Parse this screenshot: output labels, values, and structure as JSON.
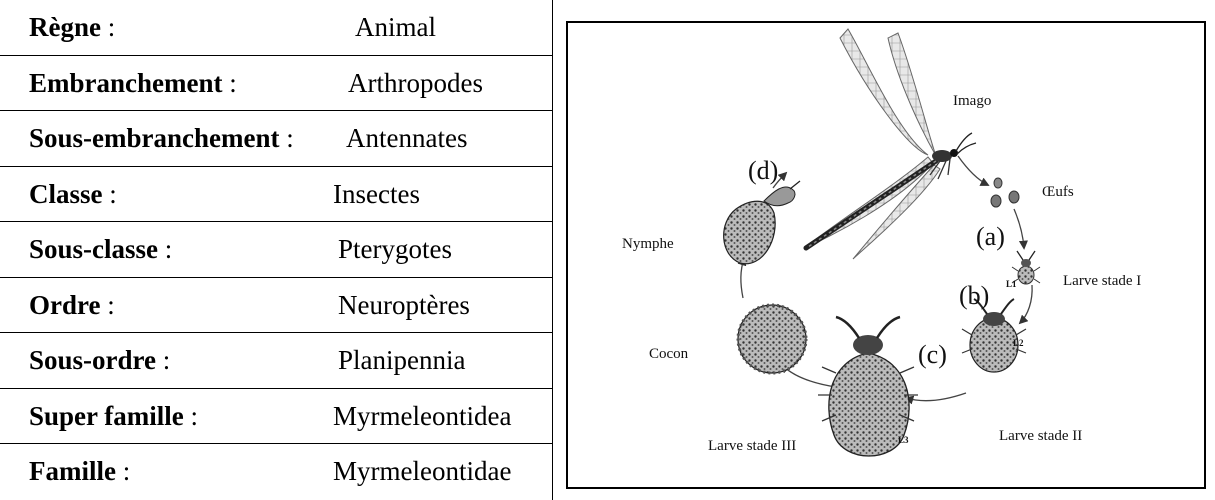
{
  "taxonomy": [
    {
      "rank": "Règne",
      "sep": " :",
      "value": "Animal"
    },
    {
      "rank": "Embranchement",
      "sep": " :",
      "value": "Arthropodes"
    },
    {
      "rank": "Sous-embranchement",
      "sep": " :",
      "value": "Antennates"
    },
    {
      "rank": "Classe",
      "sep": " :",
      "value": "Insectes"
    },
    {
      "rank": "Sous-classe",
      "sep": " :",
      "value": "Pterygotes"
    },
    {
      "rank": "Ordre",
      "sep": " :",
      "value": "Neuroptères"
    },
    {
      "rank": "Sous-ordre",
      "sep": " :",
      "value": "Planipennia"
    },
    {
      "rank": "Super famille",
      "sep": " :",
      "value": "Myrmeleontidea"
    },
    {
      "rank": "Famille",
      "sep": " :",
      "value": "Myrmeleontidae"
    }
  ],
  "diagram": {
    "stages": {
      "imago": "Imago",
      "eggs": "Œufs",
      "larva1": "Larve stade I",
      "larva2": "Larve stade II",
      "larva3": "Larve stade III",
      "cocoon": "Cocon",
      "nymph": "Nymphe"
    },
    "markers": {
      "a": "(a)",
      "b": "(b)",
      "c": "(c)",
      "d": "(d)"
    },
    "tags": {
      "l1": "L1",
      "l2": "L2",
      "l3": "L3"
    }
  }
}
